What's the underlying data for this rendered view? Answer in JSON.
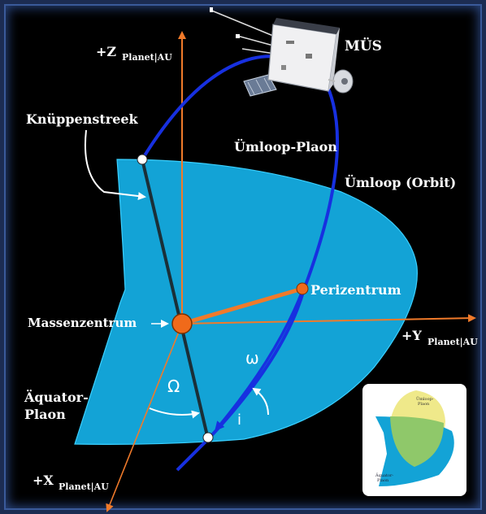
{
  "labels": {
    "z_axis": "+Z",
    "z_sub": "Planet|AU",
    "y_axis": "+Y",
    "y_sub": "Planet|AU",
    "x_axis": "+X",
    "x_sub": "Planet|AU",
    "spacecraft": "MÜS",
    "orbit_plane": "Ümloop-Plaon",
    "orbit": "Ümloop (Orbit)",
    "node_line": "Knüppenstreek",
    "periapsis": "Perizentrum",
    "center_of_mass": "Massenzentrum",
    "equator_plane_line1": "Äquator-",
    "equator_plane_line2": "Plaon",
    "omega_small": "ω",
    "omega_capital": "Ω",
    "inclination": "i"
  },
  "inset": {
    "orbit_plane_line1": "Ümloop-",
    "orbit_plane_line2": "Plaon",
    "equator_plane_line1": "Äquator-",
    "equator_plane_line2": "Plaon"
  },
  "colors": {
    "plane_fill": "#13a3d6",
    "plane_edge": "#3ad0ff",
    "axis": "#f07a2a",
    "orbit": "#1730e0",
    "node_line": "#1a2f38",
    "mass_center": "#f06a1a",
    "inset_orbit_plane": "#efe98a",
    "inset_overlap": "#8fc86a"
  },
  "icons": {
    "spacecraft": "satellite-icon"
  }
}
